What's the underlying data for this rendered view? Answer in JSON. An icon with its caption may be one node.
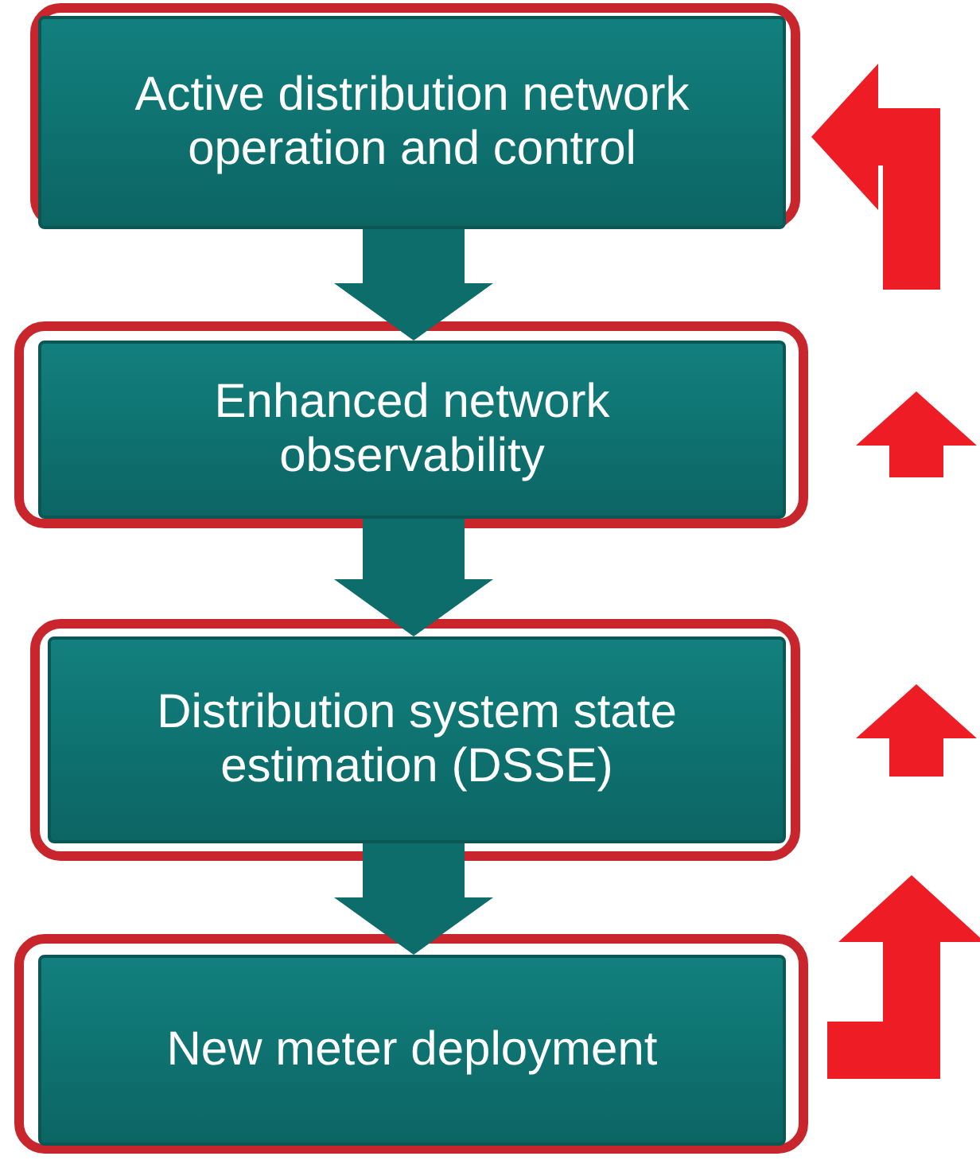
{
  "diagram": {
    "nodes": [
      {
        "text": [
          "Active distribution network operation and control"
        ]
      },
      {
        "text": [
          "Enhanced network observability"
        ]
      },
      {
        "text": [
          "Distribution system state estimation (DSSE)"
        ]
      },
      {
        "text": [
          "New meter deployment"
        ]
      }
    ],
    "edges": [
      {
        "from": 0,
        "to": 1,
        "arrow": "to"
      },
      {
        "from": 1,
        "to": 2,
        "arrow": "to"
      },
      {
        "from": 2,
        "to": 3,
        "arrow": "to"
      },
      {
        "from": null,
        "to": 0,
        "arrow": "to",
        "color": "#ee1c24"
      }
    ]
  }
}
